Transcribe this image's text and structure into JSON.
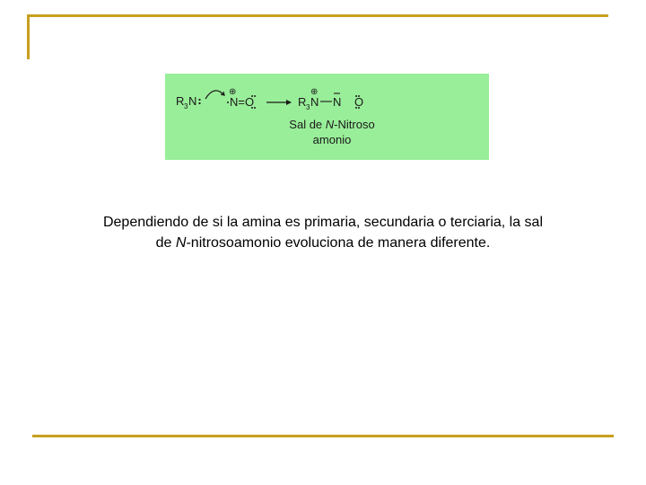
{
  "colors": {
    "frame_gold": "#c8a020",
    "figure_bg": "#99ee99"
  },
  "figure": {
    "reactant_amine": "R",
    "reactant_amine_sub": "3",
    "reactant_amine_n": "N",
    "reactant_nitrosyl": "N=O",
    "product_r": "R",
    "product_r_sub": "3",
    "product_n1": "N",
    "product_n2": "N",
    "product_o": "O",
    "charge": "⊕",
    "label_line1_pre": "Sal de ",
    "label_line1_italic": "N",
    "label_line1_post": "-Nitroso",
    "label_line2": "amonio"
  },
  "caption": {
    "line1": "Dependiendo de si la amina es primaria, secundaria o terciaria, la sal",
    "line2_pre": "de ",
    "line2_italic": "N",
    "line2_post": "-nitrosoamonio evoluciona de manera diferente."
  }
}
